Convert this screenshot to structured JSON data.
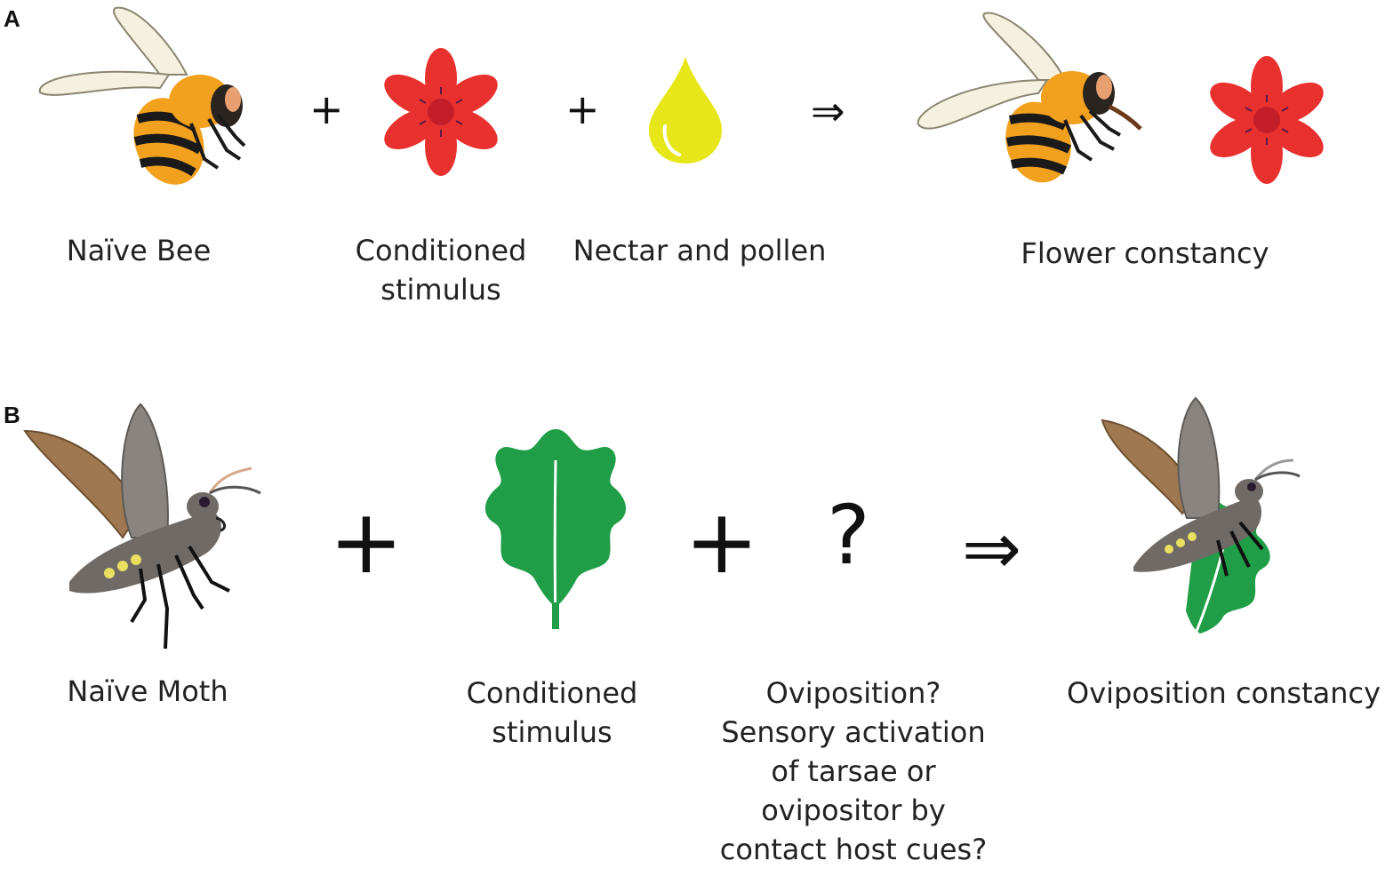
{
  "panel_a": {
    "letter": "A",
    "naive_label": "Naïve Bee",
    "stimulus_label_line1": "Conditioned",
    "stimulus_label_line2": "stimulus",
    "reward_label": "Nectar and pollen",
    "result_label": "Flower constancy",
    "plus_symbol": "+",
    "arrow_symbol": "⇒",
    "icons": [
      "bee-icon",
      "red-flower-icon",
      "nectar-drop-icon",
      "feeding-bee-icon",
      "red-flower-icon"
    ]
  },
  "panel_b": {
    "letter": "B",
    "naive_label": "Naïve Moth",
    "stimulus_label_line1": "Conditioned",
    "stimulus_label_line2": "stimulus",
    "question_symbol": "?",
    "reward_lines": [
      "Oviposition?",
      "Sensory activation",
      "of tarsae or",
      "ovipositor by",
      "contact host cues?"
    ],
    "result_label": "Oviposition constancy",
    "plus_symbol": "+",
    "arrow_symbol": "⇒",
    "icons": [
      "moth-icon",
      "oak-leaf-icon",
      "moth-on-leaf-icon"
    ]
  },
  "colors": {
    "flower_red": "#e8312e",
    "flower_center": "#c41e2a",
    "nectar_yellow": "#e6e619",
    "leaf_green": "#1f9e47",
    "bee_orange": "#f2a11f",
    "moth_gray": "#7d7670"
  }
}
